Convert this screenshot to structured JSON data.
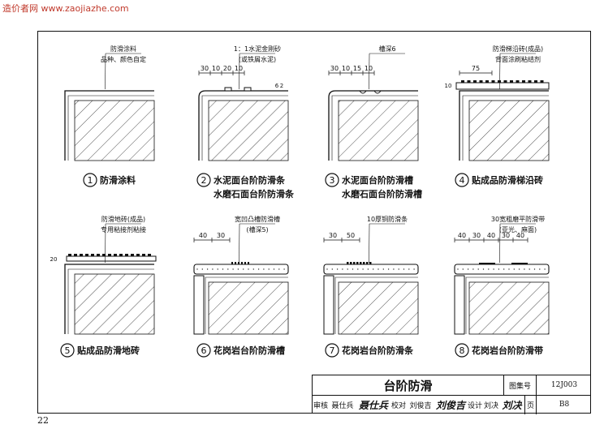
{
  "watermark": "造价者网 www.zaojiazhe.com",
  "page_number": "22",
  "panels": [
    {
      "num": "1",
      "caption1": "防滑涂料",
      "caption2": "",
      "note1": "防滑涂料",
      "note2": "品种、颜色自定"
    },
    {
      "num": "2",
      "caption1": "水泥面台阶防滑条",
      "caption2": "水磨石面台阶防滑条",
      "note1": "1：1水泥金刚砂",
      "note2": "(或铁屑水泥)",
      "dims": [
        "30",
        "10",
        "20",
        "10"
      ],
      "side_dims": [
        "6",
        "2"
      ]
    },
    {
      "num": "3",
      "caption1": "水泥面台阶防滑槽",
      "caption2": "水磨石面台阶防滑槽",
      "note1": "槽深6",
      "dims": [
        "30",
        "10",
        "15",
        "10"
      ]
    },
    {
      "num": "4",
      "caption1": "贴成品防滑梯沿砖",
      "caption2": "",
      "note1": "防滑梯沿砖(成品)",
      "note2": "背面涂刷粘结剂",
      "dims": [
        "75"
      ],
      "side_dims": [
        "10"
      ]
    },
    {
      "num": "5",
      "caption1": "贴成品防滑地砖",
      "caption2": "",
      "note1": "防滑地砖(成品)",
      "note2": "专用粘接剂粘接",
      "side_dims": [
        "20"
      ]
    },
    {
      "num": "6",
      "caption1": "花岗岩台阶防滑槽",
      "caption2": "",
      "note1": "宽凹凸槽防滑槽",
      "note2": "(槽深5)",
      "dims": [
        "40",
        "30"
      ]
    },
    {
      "num": "7",
      "caption1": "花岗岩台阶防滑条",
      "caption2": "",
      "note1": "10厚铜防滑条",
      "dims": [
        "30",
        "50"
      ]
    },
    {
      "num": "8",
      "caption1": "花岗岩台阶防滑带",
      "caption2": "",
      "note1": "30宽粗磨平防滑带",
      "note2": "(亚光、麻面)",
      "dims": [
        "40",
        "30",
        "40",
        "30",
        "40"
      ]
    }
  ],
  "titleblock": {
    "title": "台阶防滑",
    "atlas_label": "图集号",
    "atlas_no": "12J003",
    "page_label": "页",
    "page_no": "B8",
    "review_label": "审核",
    "reviewer": "聂仕兵",
    "review_sig": "聂仕兵",
    "check_label": "校对",
    "checker": "刘俊吉",
    "check_sig": "刘俊吉",
    "design_label": "设计",
    "designer": "刘决",
    "design_sig": "刘决"
  }
}
